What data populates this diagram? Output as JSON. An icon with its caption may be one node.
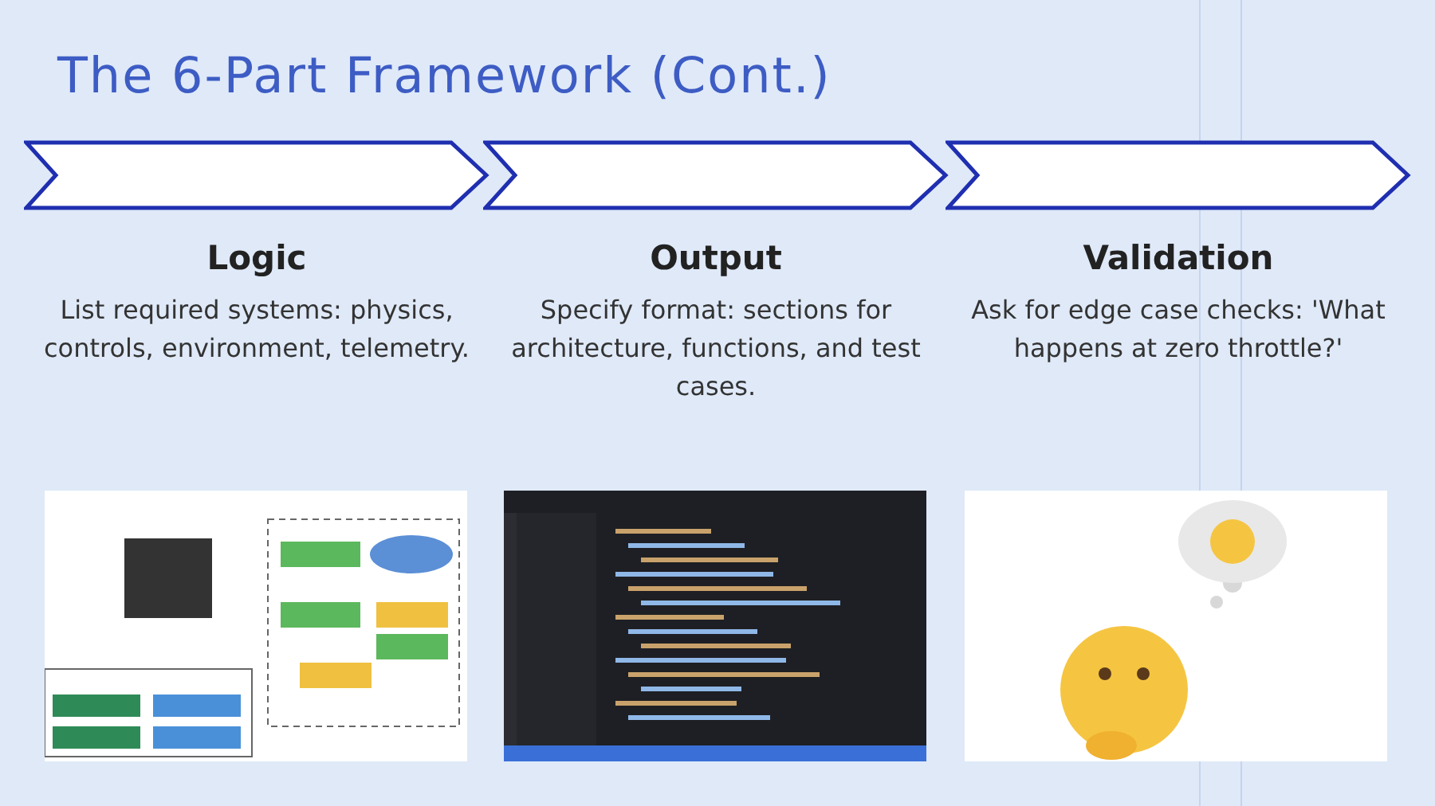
{
  "diagram": {
    "title": "The 6-Part Framework (Cont.)",
    "nodes": [
      {
        "text": [],
        "shape": "chevron",
        "beside": [
          "Logic",
          "List required systems: physics, controls, environment, telemetry."
        ]
      },
      {
        "text": [],
        "shape": "chevron",
        "beside": [
          "Output",
          "Specify format: sections for architecture, functions, and test cases."
        ]
      },
      {
        "text": [],
        "shape": "chevron",
        "beside": [
          "Validation",
          "Ask for edge case checks: 'What happens at zero throttle?'"
        ]
      },
      {
        "text": [],
        "shape": "picture"
      },
      {
        "text": [],
        "shape": "picture"
      },
      {
        "text": [],
        "shape": "picture"
      }
    ]
  }
}
